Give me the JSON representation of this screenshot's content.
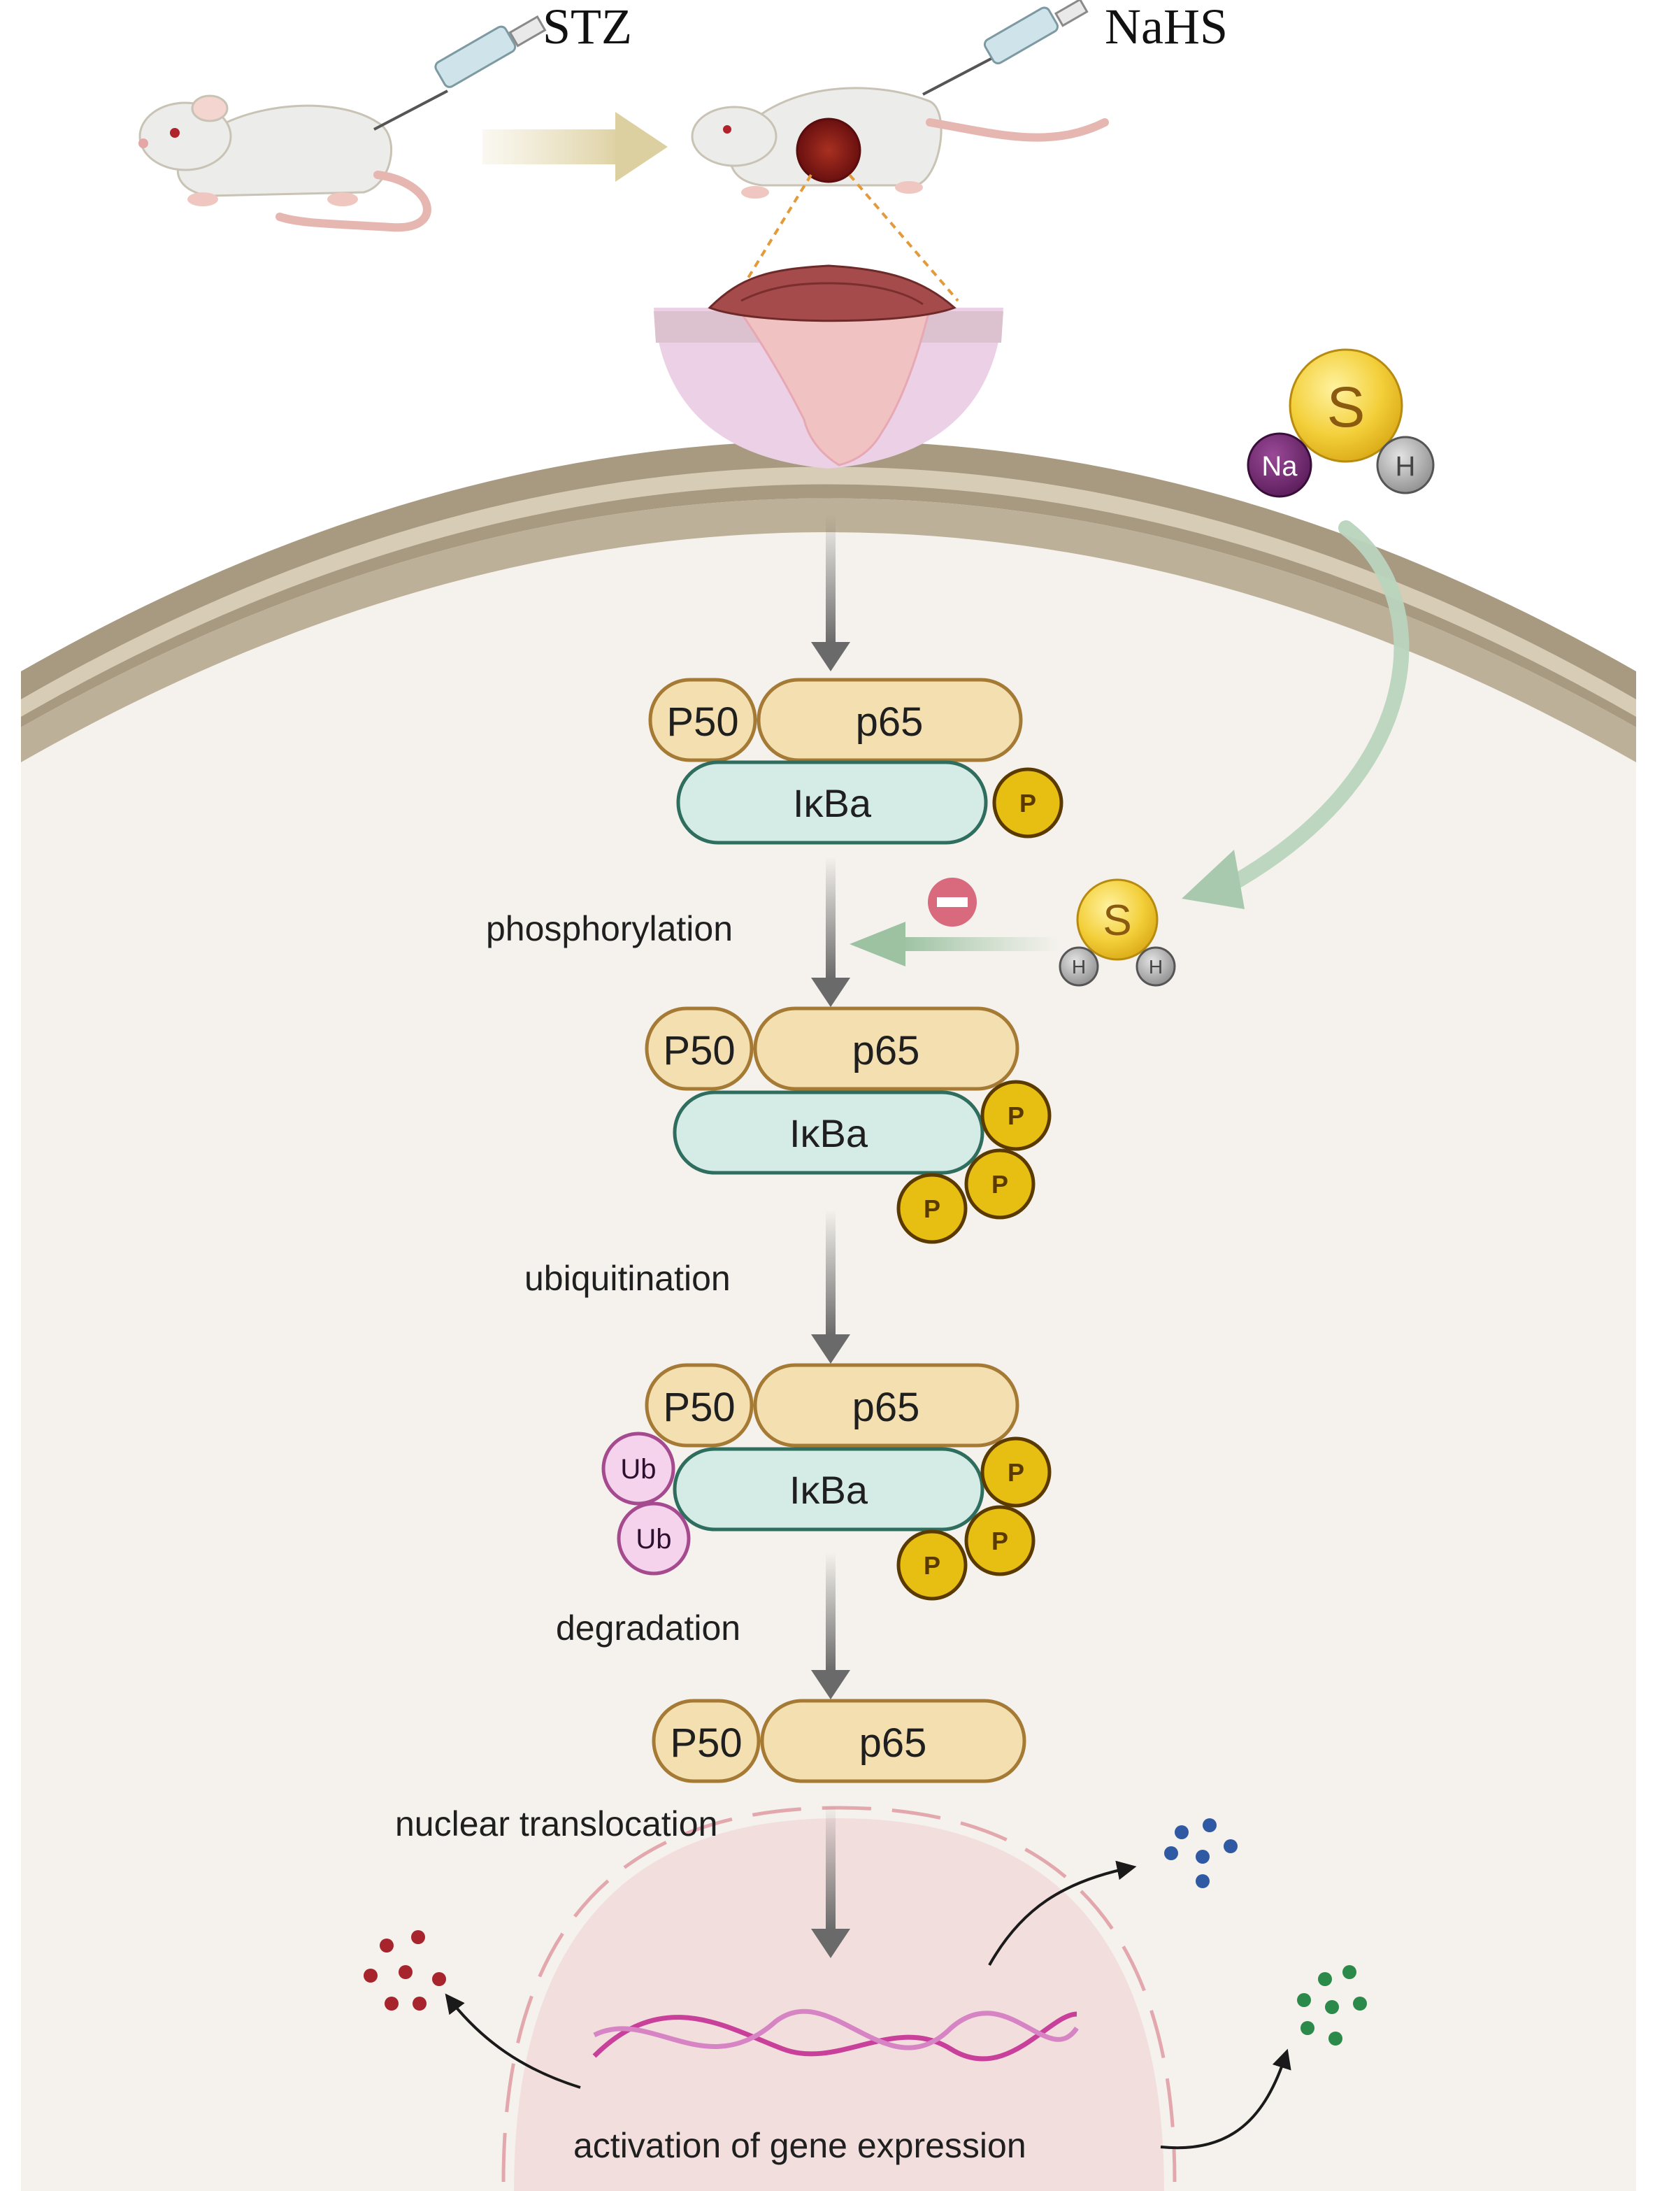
{
  "top": {
    "stz_label": "STZ",
    "nahs_label": "NaHS"
  },
  "molecules": {
    "nahs": {
      "s": "S",
      "na": "Na",
      "h": "H"
    },
    "h2s": {
      "s": "S",
      "h1": "H",
      "h2": "H"
    }
  },
  "complexes": {
    "p50": "P50",
    "p65": "p65",
    "ikba": "IκBa",
    "phospho": "P",
    "ubiquitin": "Ub"
  },
  "steps": {
    "phosphorylation": "phosphorylation",
    "ubiquitination": "ubiquitination",
    "degradation": "degradation",
    "translocation": "nuclear translocation",
    "gene_expression": "activation of gene expression"
  },
  "colors": {
    "membrane": "#a89a80",
    "cytoplasm": "#f5f2ed",
    "p50_p65_fill": "#f3dfb0",
    "p50_p65_stroke": "#a57a35",
    "ikba_fill": "#d5ece6",
    "ikba_stroke": "#2f6e5f",
    "phospho_fill": "#e6bf12",
    "ubiquitin_fill": "#f6d3ec",
    "ubiquitin_stroke": "#a54a8e",
    "inhibit": "#d96a7e",
    "nucleus": "#f3dcdc"
  }
}
